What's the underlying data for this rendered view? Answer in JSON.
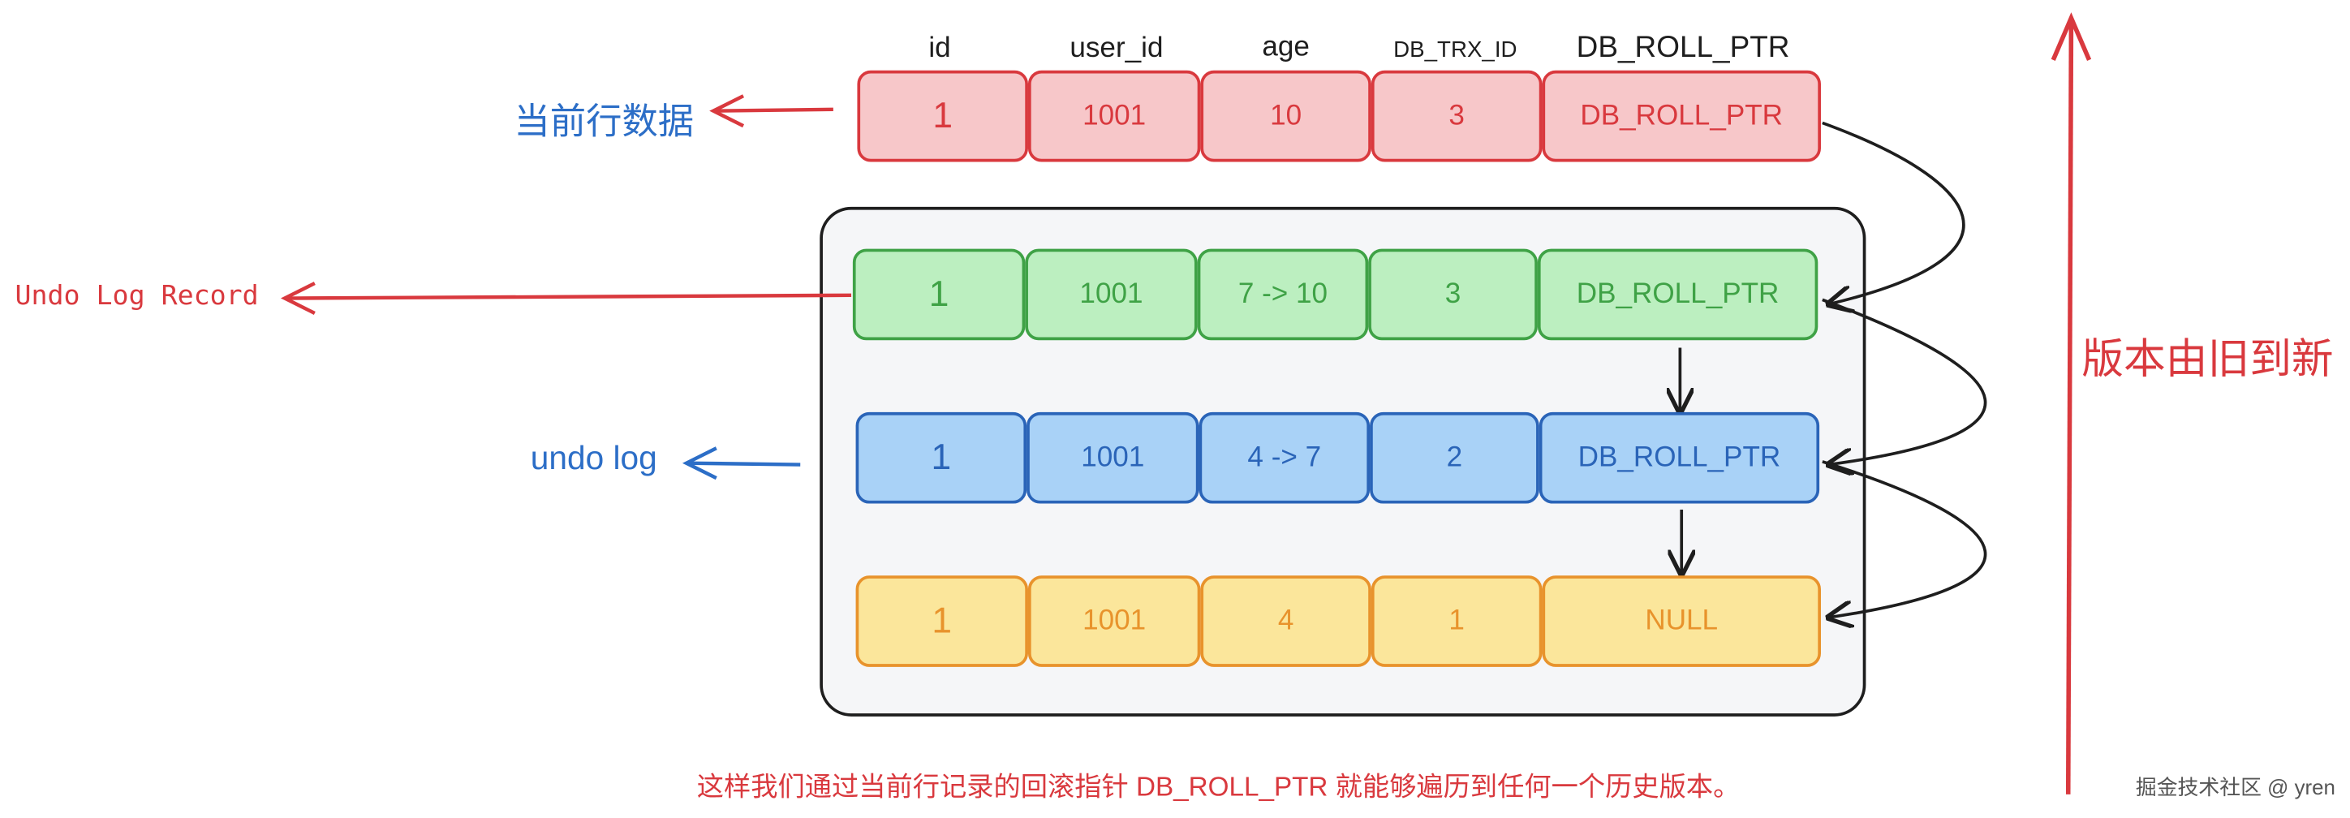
{
  "headers": [
    "id",
    "user_id",
    "age",
    "DB_TRX_ID",
    "DB_ROLL_PTR"
  ],
  "rows": [
    {
      "color": "red",
      "cells": [
        "1",
        "1001",
        "10",
        "3",
        "DB_ROLL_PTR"
      ]
    },
    {
      "color": "green",
      "cells": [
        "1",
        "1001",
        "7 -> 10",
        "3",
        "DB_ROLL_PTR"
      ]
    },
    {
      "color": "blue",
      "cells": [
        "1",
        "1001",
        "4 -> 7",
        "2",
        "DB_ROLL_PTR"
      ]
    },
    {
      "color": "yellow",
      "cells": [
        "1",
        "1001",
        "4",
        "1",
        "NULL"
      ]
    }
  ],
  "labels": {
    "current_row": "当前行数据",
    "undo_log_record": "Undo Log Record",
    "undo_log": "undo log",
    "version_direction": "版本由旧到新"
  },
  "caption": "这样我们通过当前行记录的回滚指针 DB_ROLL_PTR 就能够遍历到任何一个历史版本。",
  "watermark": "掘金技术社区 @ yren",
  "colors": {
    "red": "#d9393e",
    "red_fill": "#f7c7c9",
    "green": "#3fa246",
    "green_fill": "#bcefc0",
    "blue": "#2a64b8",
    "blue_fill": "#a9d2f7",
    "yellow": "#e8932c",
    "yellow_fill": "#fbe69b",
    "label_blue": "#2c6ec7",
    "group_fill": "#f5f6f8"
  }
}
